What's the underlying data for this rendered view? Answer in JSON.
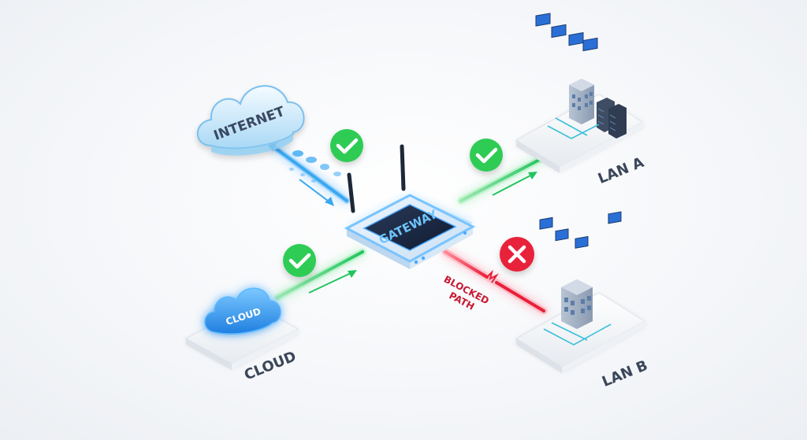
{
  "nodes": {
    "internet": {
      "label": "INTERNET"
    },
    "gateway": {
      "label": "GATEWAY"
    },
    "lan_a": {
      "label": "LAN A"
    },
    "lan_b": {
      "label": "LAN B"
    },
    "cloud": {
      "inner_label": "CLOUD",
      "label": "CLOUD"
    }
  },
  "links": {
    "internet": {
      "status": "allowed"
    },
    "lan_a": {
      "status": "allowed"
    },
    "cloud": {
      "status": "allowed"
    },
    "lan_b": {
      "status": "blocked",
      "label_line1": "BLOCKED",
      "label_line2": "PATH"
    }
  },
  "colors": {
    "allowed": "#2ecc55",
    "blocked": "#e8203a",
    "gateway_glow": "#5ab8ff",
    "internet_link": "#3aa8f0"
  }
}
